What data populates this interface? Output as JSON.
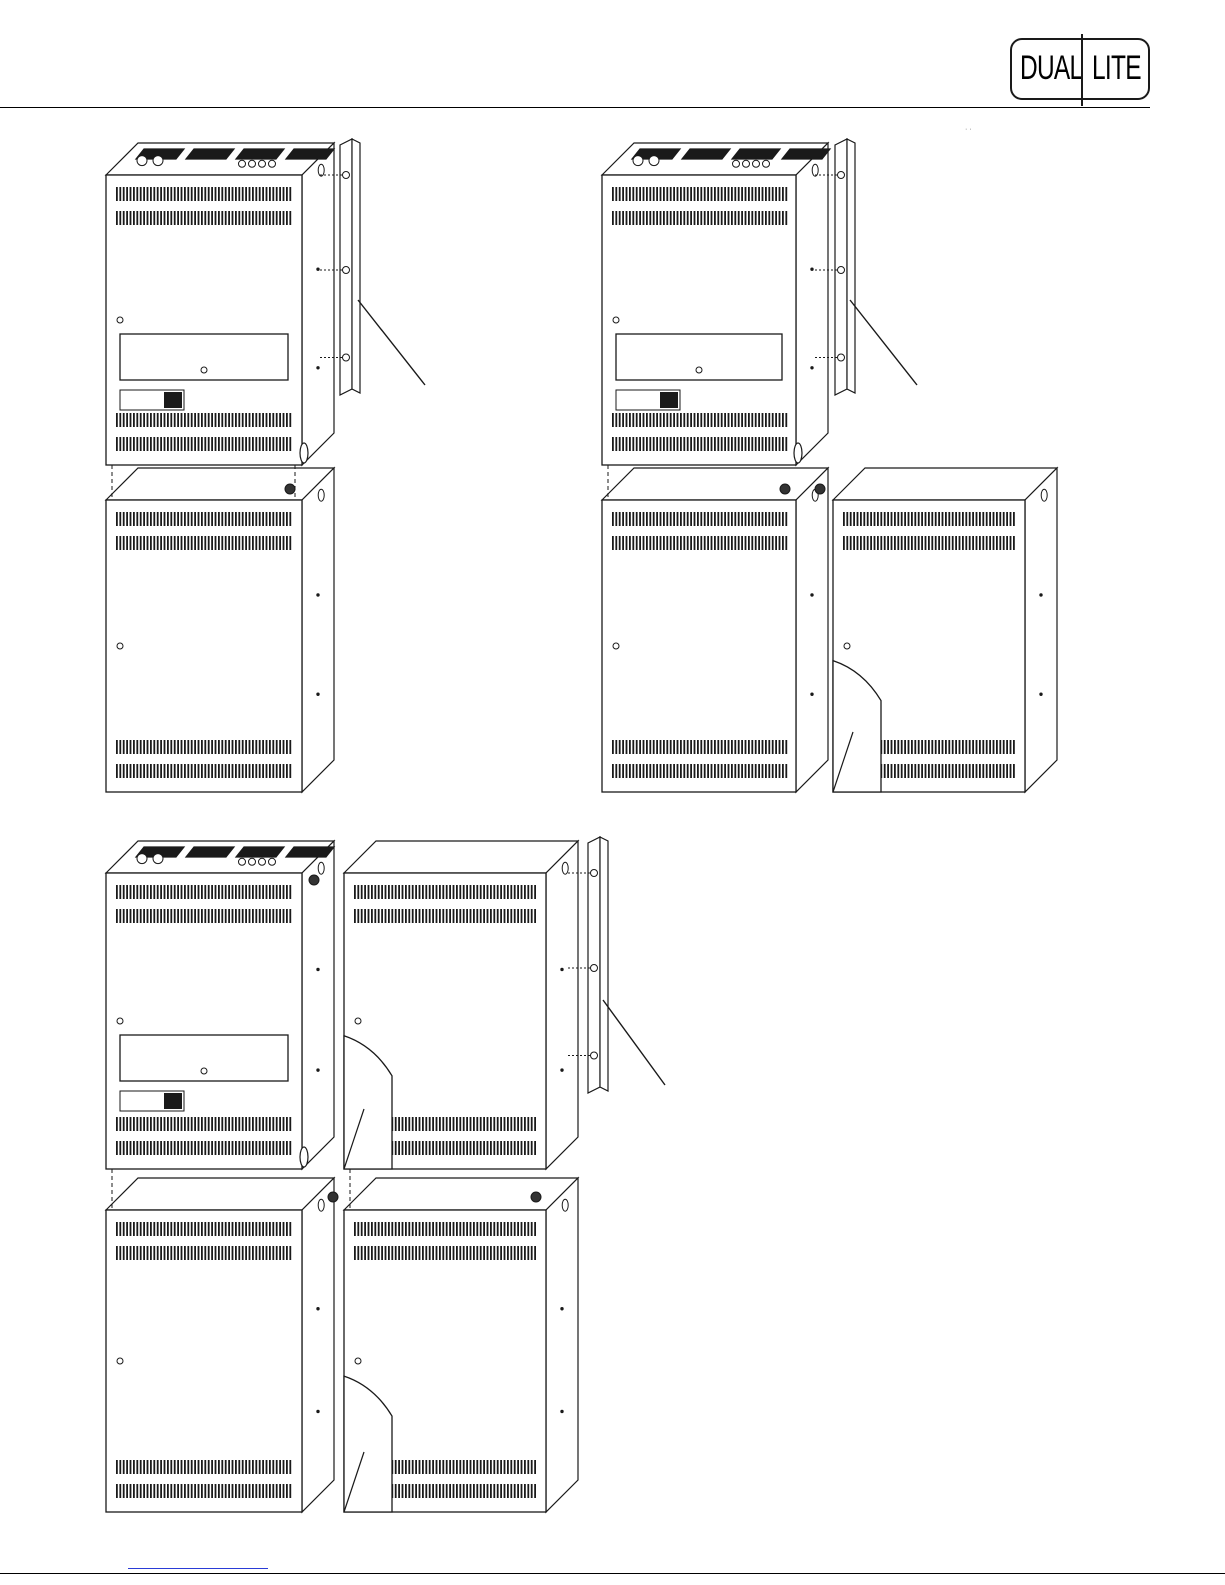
{
  "brand": {
    "left": "DUAL",
    "right": "LITE"
  },
  "figures": [
    {
      "name": "single-cabinet-on-battery-cabinet"
    },
    {
      "name": "cabinet-with-side-battery-extension"
    },
    {
      "name": "cabinet-with-four-section-extension"
    }
  ],
  "colors": {
    "line": "#1a1a1a",
    "link": "#2a3bd6"
  }
}
